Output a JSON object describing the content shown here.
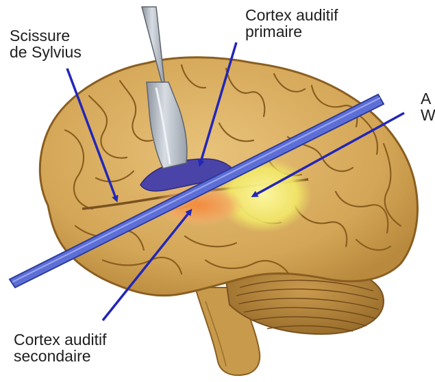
{
  "labels": {
    "sylvian": {
      "line1": "Scissure",
      "line2": "de Sylvius"
    },
    "primary": {
      "line1": "Cortex auditif",
      "line2": "primaire"
    },
    "wernicke": {
      "line1": "A",
      "line2": "W"
    },
    "secondary": {
      "line1": "Cortex auditif",
      "line2": "secondaire"
    }
  },
  "colors": {
    "brain": "#d7aa5c",
    "brain_shadow": "#9c6f2a",
    "primary_cortex": "#4b44a8",
    "secondary_cortex": "#f0924a",
    "wernicke_area": "#f4ee78",
    "pointer": "#2226b8",
    "plane_bar": "#5d6fd6",
    "probe": "#b9bfc8"
  }
}
